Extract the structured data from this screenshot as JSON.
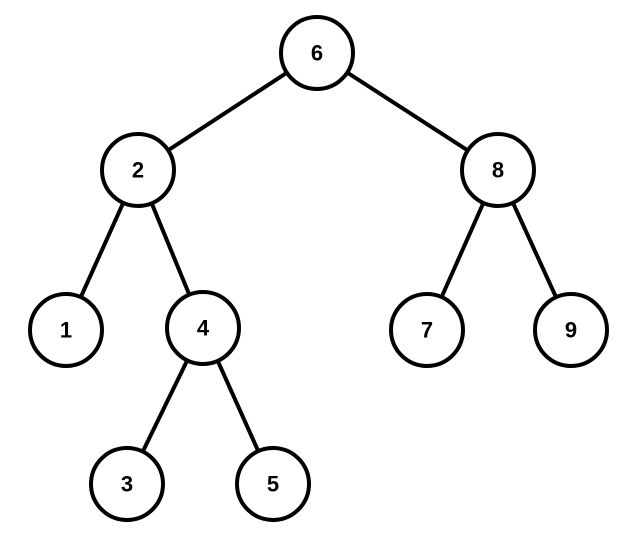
{
  "tree": {
    "nodes": [
      {
        "id": "n6",
        "label": "6"
      },
      {
        "id": "n2",
        "label": "2"
      },
      {
        "id": "n8",
        "label": "8"
      },
      {
        "id": "n1",
        "label": "1"
      },
      {
        "id": "n4",
        "label": "4"
      },
      {
        "id": "n7",
        "label": "7"
      },
      {
        "id": "n9",
        "label": "9"
      },
      {
        "id": "n3",
        "label": "3"
      },
      {
        "id": "n5",
        "label": "5"
      }
    ],
    "edges": [
      {
        "from": "n6",
        "to": "n2"
      },
      {
        "from": "n6",
        "to": "n8"
      },
      {
        "from": "n2",
        "to": "n1"
      },
      {
        "from": "n2",
        "to": "n4"
      },
      {
        "from": "n8",
        "to": "n7"
      },
      {
        "from": "n8",
        "to": "n9"
      },
      {
        "from": "n4",
        "to": "n3"
      },
      {
        "from": "n4",
        "to": "n5"
      }
    ]
  }
}
